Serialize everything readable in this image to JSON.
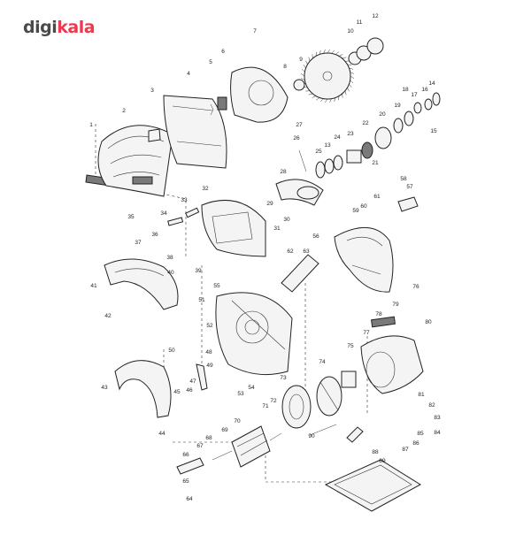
{
  "brand": {
    "part1": "digi",
    "part2": "kala",
    "accent": "#ef394e",
    "dark": "#4a4a4a"
  },
  "diagram": {
    "labels": [
      "1",
      "2",
      "3",
      "4",
      "5",
      "6",
      "7",
      "8",
      "9",
      "10",
      "11",
      "12",
      "13",
      "14",
      "15",
      "16",
      "17",
      "18",
      "19",
      "20",
      "21",
      "22",
      "23",
      "24",
      "25",
      "26",
      "27",
      "28",
      "29",
      "30",
      "31",
      "32",
      "33",
      "34",
      "35",
      "36",
      "37",
      "38",
      "39",
      "40",
      "41",
      "42",
      "43",
      "44",
      "45",
      "46",
      "47",
      "48",
      "49",
      "50",
      "51",
      "52",
      "53",
      "54",
      "55",
      "56",
      "57",
      "58",
      "59",
      "60",
      "61",
      "62",
      "63",
      "64",
      "65",
      "66",
      "67",
      "68",
      "69",
      "70",
      "71",
      "72",
      "73",
      "74",
      "75",
      "76",
      "77",
      "78",
      "79",
      "80",
      "81",
      "82",
      "83",
      "84",
      "85",
      "86",
      "87",
      "88",
      "89",
      "90"
    ]
  }
}
